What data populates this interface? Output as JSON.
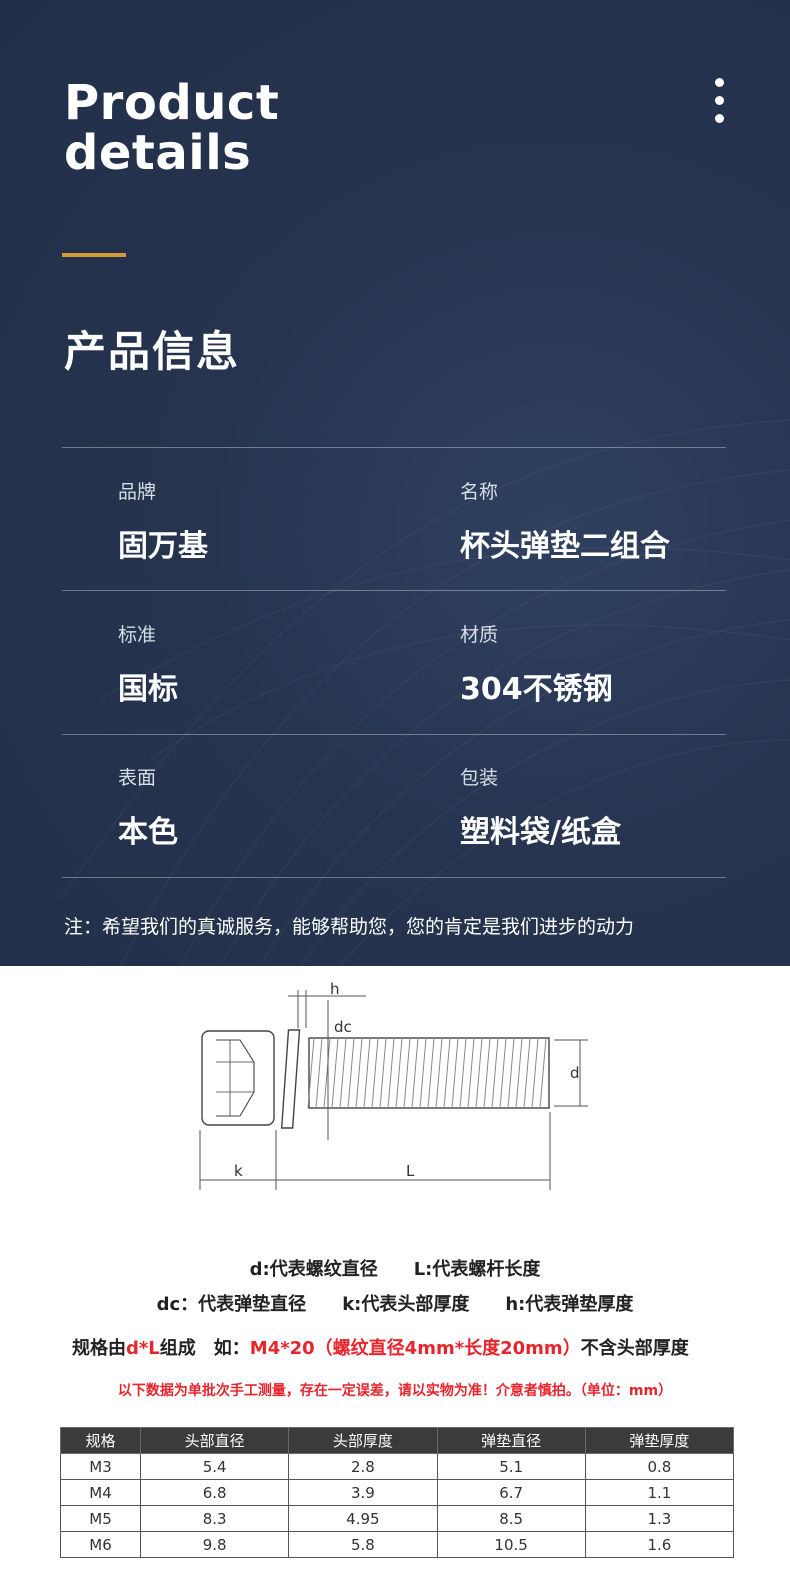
{
  "hero": {
    "title_en": "Product details",
    "title_cn": "产品信息",
    "accent_color": "#d49a3a",
    "background_color": "#24324d",
    "menu_icon": "more-vertical-icon"
  },
  "attributes": [
    {
      "label": "品牌",
      "value": "固万基"
    },
    {
      "label": "名称",
      "value": "杯头弹垫二组合"
    },
    {
      "label": "标准",
      "value": "国标"
    },
    {
      "label": "材质",
      "value": "304不锈钢"
    },
    {
      "label": "表面",
      "value": "本色"
    },
    {
      "label": "包装",
      "value": "塑料袋/纸盒"
    }
  ],
  "note": "注：希望我们的真诚服务，能够帮助您，您的肯定是我们进步的动力",
  "diagram": {
    "labels": {
      "h": "h",
      "dc": "dc",
      "d": "d",
      "k": "k",
      "L": "L"
    }
  },
  "legend": {
    "line1": [
      "d:代表螺纹直径",
      "L:代表螺杆长度"
    ],
    "line2": [
      "dc：代表弹垫直径",
      "k:代表头部厚度",
      "h:代表弹垫厚度"
    ]
  },
  "spec_line": {
    "prefix": "规格由",
    "formula": "d*L",
    "middle": "组成　如：",
    "example": "M4*20（螺纹直径4mm*长度20mm）",
    "suffix": "不含头部厚度"
  },
  "warning": "以下数据为单批次手工测量，存在一定误差，请以实物为准！介意者慎拍。（单位：mm）",
  "table": {
    "headers": [
      "规格",
      "头部直径",
      "头部厚度",
      "弹垫直径",
      "弹垫厚度"
    ],
    "rows": [
      [
        "M3",
        "5.4",
        "2.8",
        "5.1",
        "0.8"
      ],
      [
        "M4",
        "6.8",
        "3.9",
        "6.7",
        "1.1"
      ],
      [
        "M5",
        "8.3",
        "4.95",
        "8.5",
        "1.3"
      ],
      [
        "M6",
        "9.8",
        "5.8",
        "10.5",
        "1.6"
      ]
    ]
  },
  "colors": {
    "highlight_red": "#e8242d",
    "table_header_bg": "#3b3b3b"
  }
}
